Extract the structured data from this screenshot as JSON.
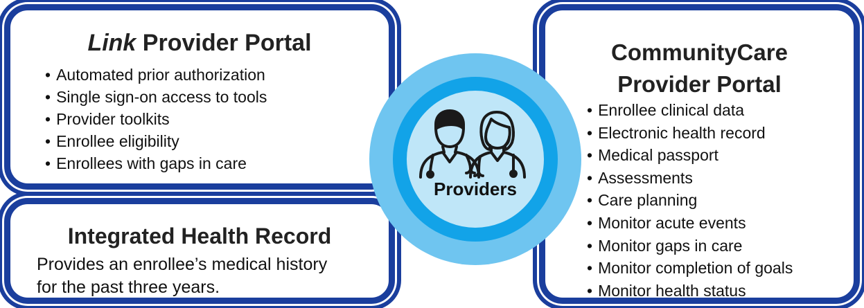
{
  "link_card": {
    "title_italic": "Link",
    "title_rest": "Provider Portal",
    "items": [
      "Automated prior authorization",
      "Single sign-on access to tools",
      "Provider toolkits",
      "Enrollee eligibility",
      "Enrollees with gaps in care"
    ]
  },
  "ihr_card": {
    "title": "Integrated Health Record",
    "description": "Provides an enrollee’s medical history for the past three years."
  },
  "hub": {
    "label": "Providers",
    "icon": "doctors-icon"
  },
  "cc_card": {
    "title_line1": "CommunityCare",
    "title_line2": "Provider Portal",
    "items": [
      "Enrollee clinical data",
      "Electronic health record",
      "Medical passport",
      "Assessments",
      "Care planning",
      "Monitor acute events",
      "Monitor gaps in care",
      "Monitor completion of goals",
      "Monitor health status"
    ]
  },
  "colors": {
    "border": "#1A3E9D",
    "hub_outer": "#6FC5F0",
    "hub_mid": "#12A3E8",
    "hub_inner": "#BFE6F8"
  }
}
